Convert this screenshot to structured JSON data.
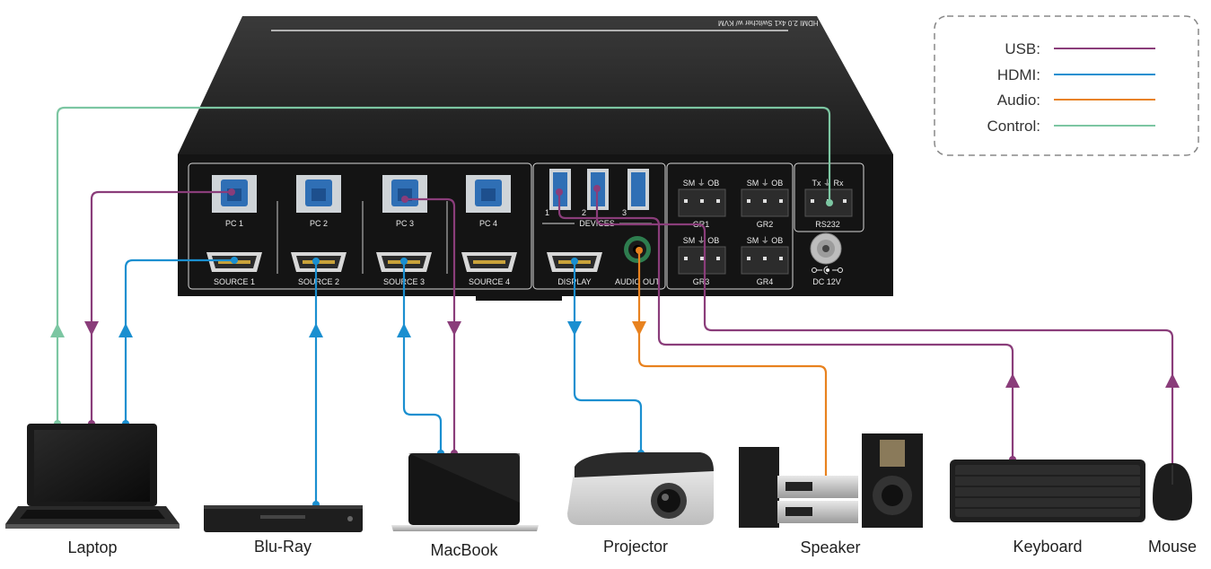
{
  "legend": {
    "items": [
      {
        "label": "USB:",
        "color": "#8a3d7a"
      },
      {
        "label": "HDMI:",
        "color": "#1a8fd0"
      },
      {
        "label": "Audio:",
        "color": "#e8821f"
      },
      {
        "label": "Control:",
        "color": "#7cc6a2"
      }
    ]
  },
  "switcher": {
    "title": "HDMI 2.0 4x1 Switcher w/ KVM",
    "usb_ports": [
      "PC 1",
      "PC 2",
      "PC 3",
      "PC 4"
    ],
    "hdmi_sources": [
      "SOURCE 1",
      "SOURCE 2",
      "SOURCE 3",
      "SOURCE 4"
    ],
    "device_numbers": [
      "1",
      "2",
      "3"
    ],
    "devices_label": "DEVICES",
    "display_label": "DISPLAY",
    "audio_out_label": "AUDIO OUT",
    "gpio_pins": "SM ⏚ OB",
    "gpio_groups": [
      "GR1",
      "GR2",
      "GR3",
      "GR4"
    ],
    "rs232_pins": "Tx ⏚ Rx",
    "rs232_label": "RS232",
    "dc_label": "DC 12V"
  },
  "devices": [
    "Laptop",
    "Blu-Ray",
    "MacBook",
    "Projector",
    "Speaker",
    "Keyboard",
    "Mouse"
  ],
  "colors": {
    "usb": "#8a3d7a",
    "hdmi": "#1a8fd0",
    "audio": "#e8821f",
    "control": "#7cc6a2"
  }
}
